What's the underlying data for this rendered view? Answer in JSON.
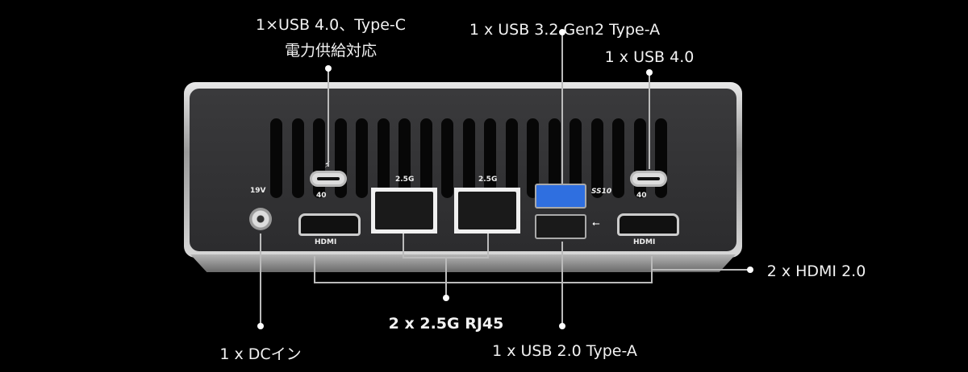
{
  "labels": {
    "usbc_pd_line1": "1×USB 4.0、Type-C",
    "usbc_pd_line2": "電力供給対応",
    "usb32": "1 x USB 3.2 Gen2 Type-A",
    "usb4": "1 x USB 4.0",
    "hdmi": "2 x HDMI 2.0",
    "rj45": "2 x 2.5G RJ45",
    "dc": "1 x DCイン",
    "usb20": "1 x USB 2.0 Type-A"
  },
  "device": {
    "dc_rating": "19V",
    "lan_speed": "2.5G",
    "hdmi_mark": "HDMI",
    "usb_ss_mark": "SS10",
    "usbc_mark": "40"
  },
  "colors": {
    "background": "#000000",
    "usb3_blue": "#2f6fe0"
  }
}
